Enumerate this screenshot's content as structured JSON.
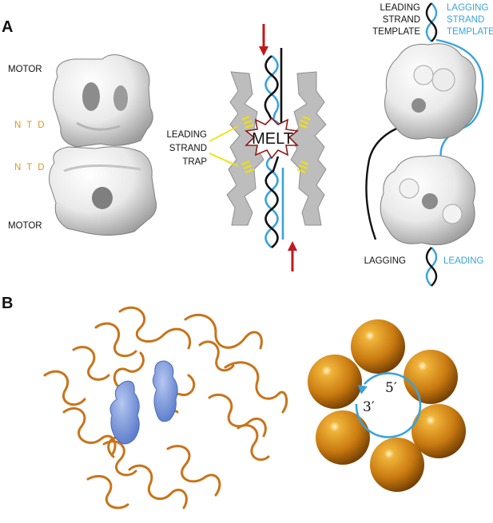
{
  "panels": {
    "a": "A",
    "b": "B"
  },
  "motor_top": "MOTOR",
  "ntd_top": "N T D",
  "ntd_bottom": "N T D",
  "motor_bottom": "MOTOR",
  "melt": "MELT",
  "trap": {
    "line1": "LEADING",
    "line2": "STRAND",
    "line3": "TRAP"
  },
  "leading_template": {
    "line1": "LEADING",
    "line2": "STRAND",
    "line3": "TEMPLATE"
  },
  "lagging_template": {
    "line1": "LAGGING",
    "line2": "STRAND",
    "line3": "TEMPLATE"
  },
  "lagging": "LAGGING",
  "leading": "LEADING",
  "prime3": "3′",
  "prime5": "5′",
  "colors": {
    "dna_blue": "#3aa3dc",
    "dna_black": "#111111",
    "arrow_red": "#c0191c",
    "gold": "#d79a1c",
    "protein": "#c8741a",
    "dna_surface": "#6f8fd6"
  }
}
